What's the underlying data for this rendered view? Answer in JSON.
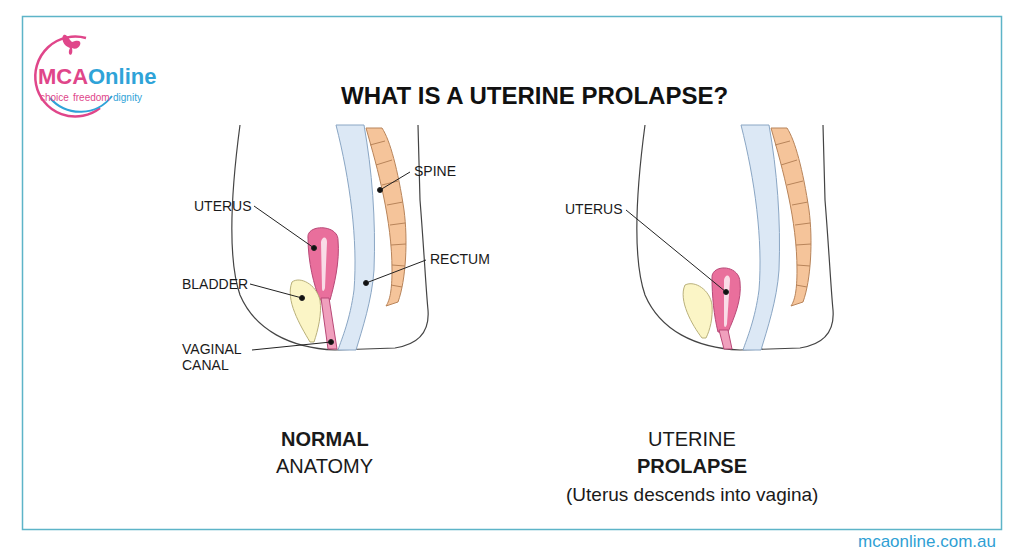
{
  "diagram": {
    "title": "WHAT IS A UTERINE PROLAPSE?",
    "labels": [
      "MCA",
      "Online",
      "choice",
      "freedom",
      "dignity",
      "SPINE",
      "UTERUS",
      "BLADDER",
      "RECTUM",
      "VAGINAL CANAL",
      "UTERUS",
      "NORMAL",
      "ANATOMY",
      "UTERINE",
      "PROLAPSE",
      "(Uterus descends into vagina)",
      "mcaonline.com.au"
    ]
  }
}
